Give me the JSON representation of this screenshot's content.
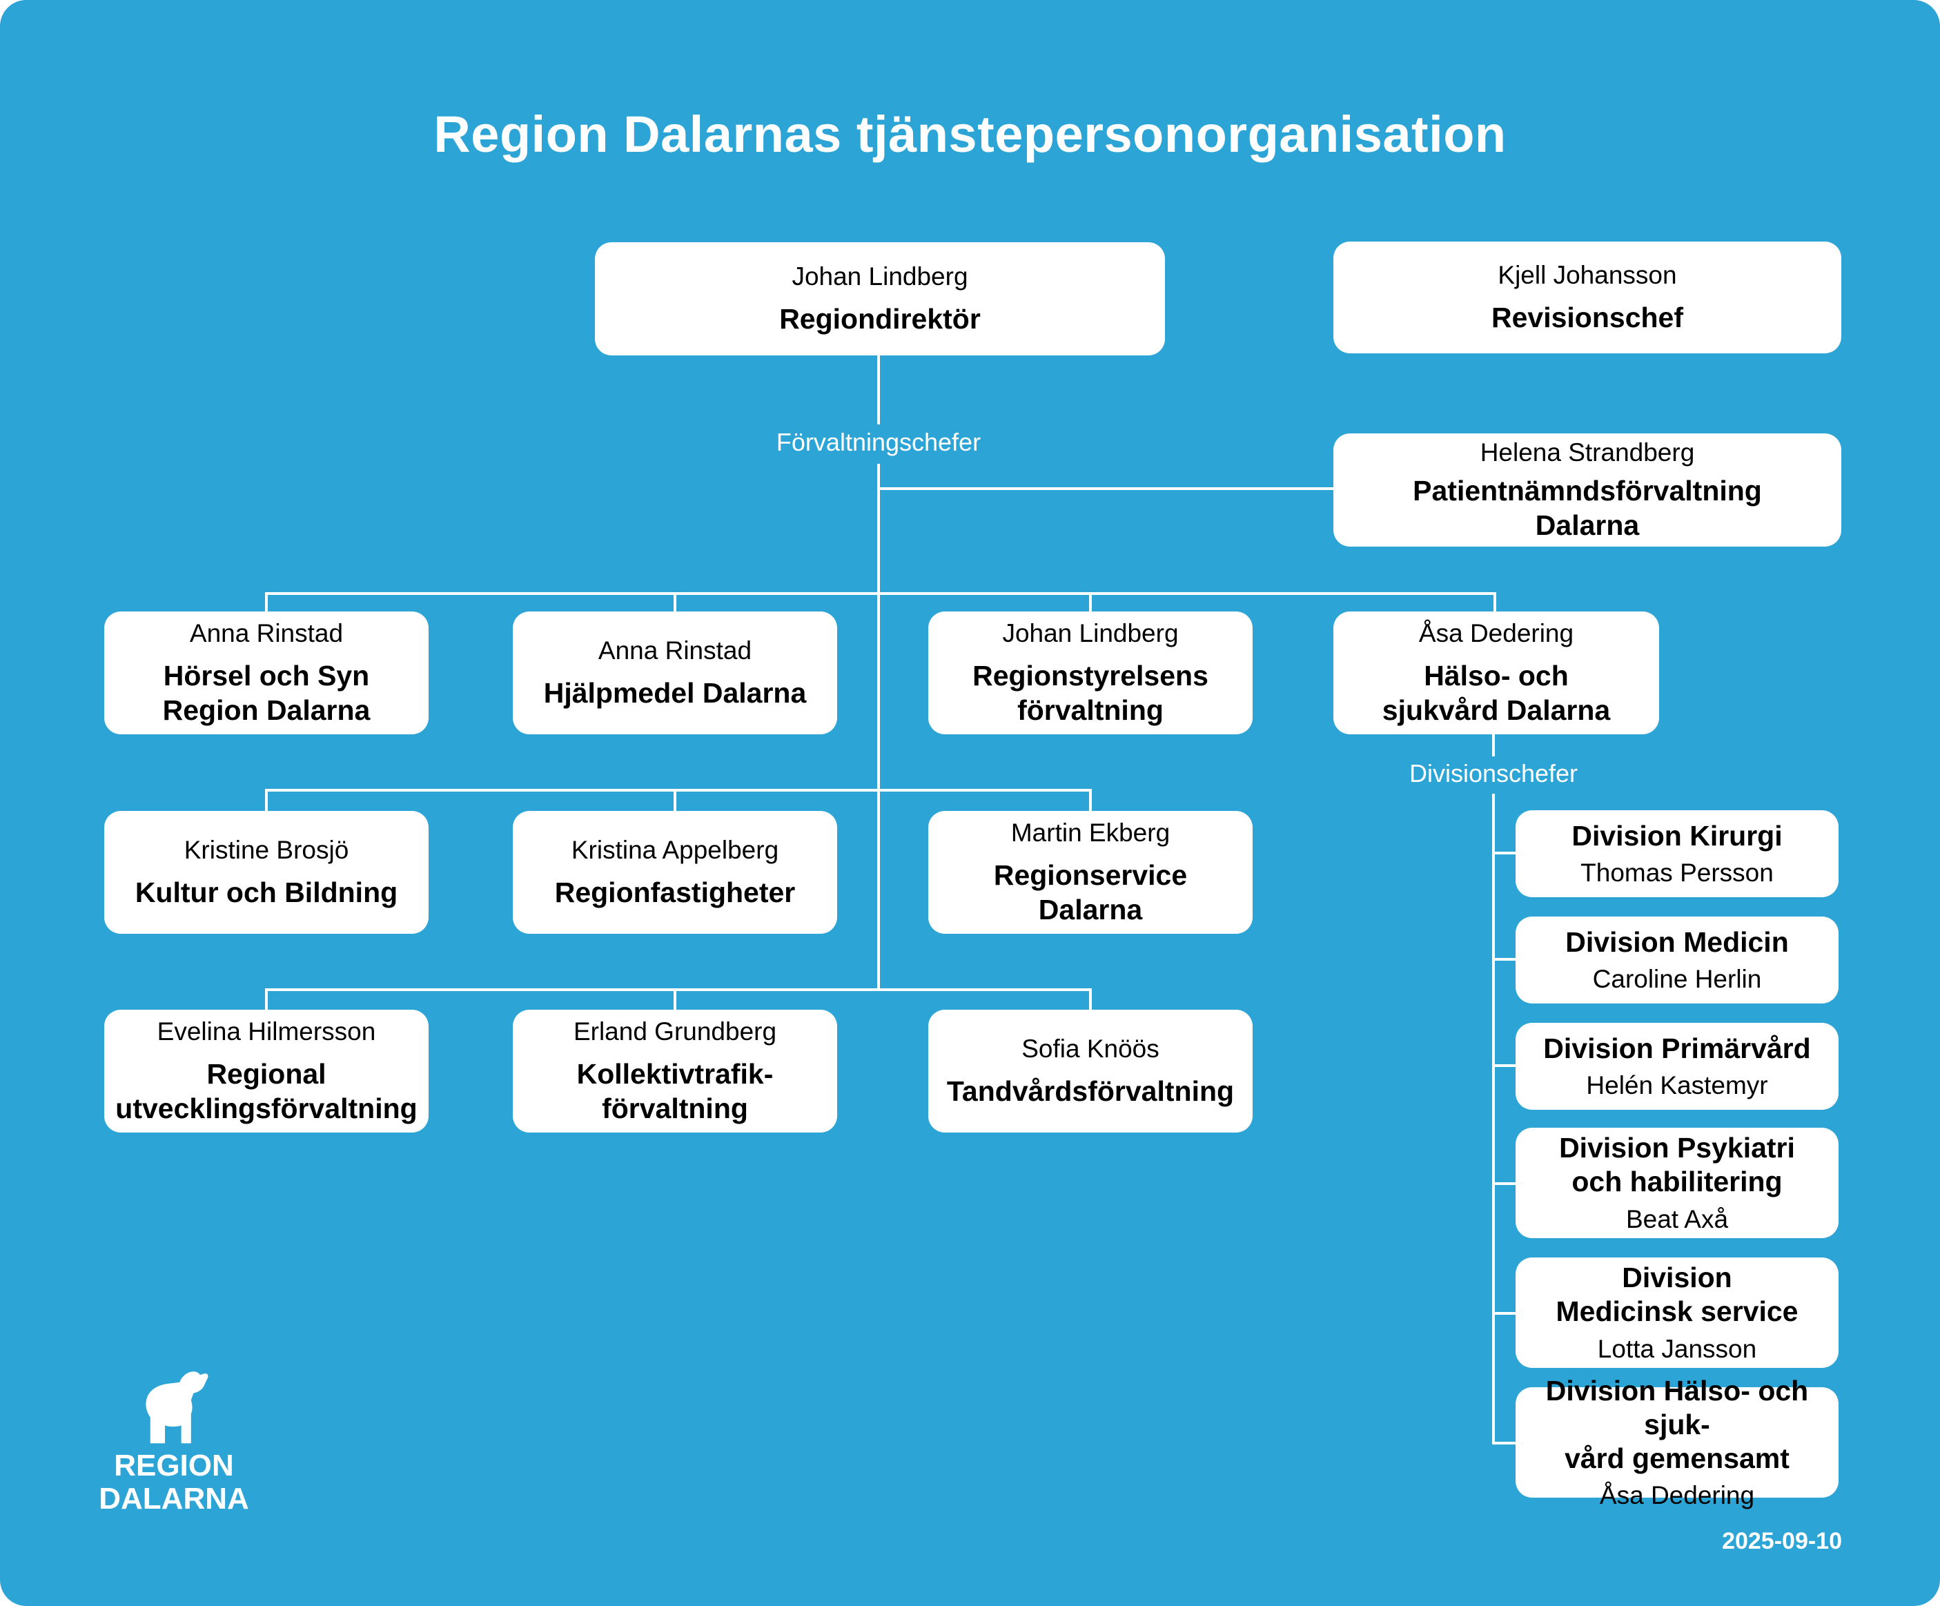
{
  "page": {
    "title": "Region Dalarnas tjänstepersonorganisation",
    "date": "2025-09-10",
    "background_color": "#2CA5D6",
    "box_color": "#FFFFFF",
    "line_color": "#FFFFFF",
    "text_color": "#000000"
  },
  "group_labels": {
    "forvaltningschefer": "Förvaltningschefer",
    "divisionschefer": "Divisionschefer"
  },
  "logo": {
    "icon": "dala-horse",
    "line1": "REGION",
    "line2": "DALARNA"
  },
  "top": {
    "director": {
      "person": "Johan Lindberg",
      "role": "Regiondirektör"
    },
    "revision": {
      "person": "Kjell Johansson",
      "role": "Revisionschef"
    },
    "patient": {
      "person": "Helena Strandberg",
      "role": "Patientnämndsförvaltning\nDalarna"
    }
  },
  "row1": [
    {
      "person": "Anna Rinstad",
      "role": "Hörsel och Syn\nRegion Dalarna"
    },
    {
      "person": "Anna Rinstad",
      "role": "Hjälpmedel Dalarna"
    },
    {
      "person": "Johan Lindberg",
      "role": "Regionstyrelsens\nförvaltning"
    },
    {
      "person": "Åsa Dedering",
      "role": "Hälso- och\nsjukvård Dalarna"
    }
  ],
  "row2": [
    {
      "person": "Kristine Brosjö",
      "role": "Kultur och Bildning"
    },
    {
      "person": "Kristina Appelberg",
      "role": "Regionfastigheter"
    },
    {
      "person": "Martin Ekberg",
      "role": "Regionservice\nDalarna"
    }
  ],
  "row3": [
    {
      "person": "Evelina Hilmersson",
      "role": "Regional\nutvecklingsförvaltning"
    },
    {
      "person": "Erland Grundberg",
      "role": "Kollektivtrafik-\nförvaltning"
    },
    {
      "person": "Sofia Knöös",
      "role": "Tandvårdsförvaltning"
    }
  ],
  "divisions": [
    {
      "title": "Division Kirurgi",
      "person": "Thomas Persson"
    },
    {
      "title": "Division Medicin",
      "person": "Caroline Herlin"
    },
    {
      "title": "Division Primärvård",
      "person": "Helén Kastemyr"
    },
    {
      "title": "Division Psykiatri\noch habilitering",
      "person": "Beat Axå"
    },
    {
      "title": "Division\nMedicinsk service",
      "person": "Lotta Jansson"
    },
    {
      "title": "Division Hälso- och sjuk-\nvård gemensamt",
      "person": "Åsa Dedering"
    }
  ]
}
